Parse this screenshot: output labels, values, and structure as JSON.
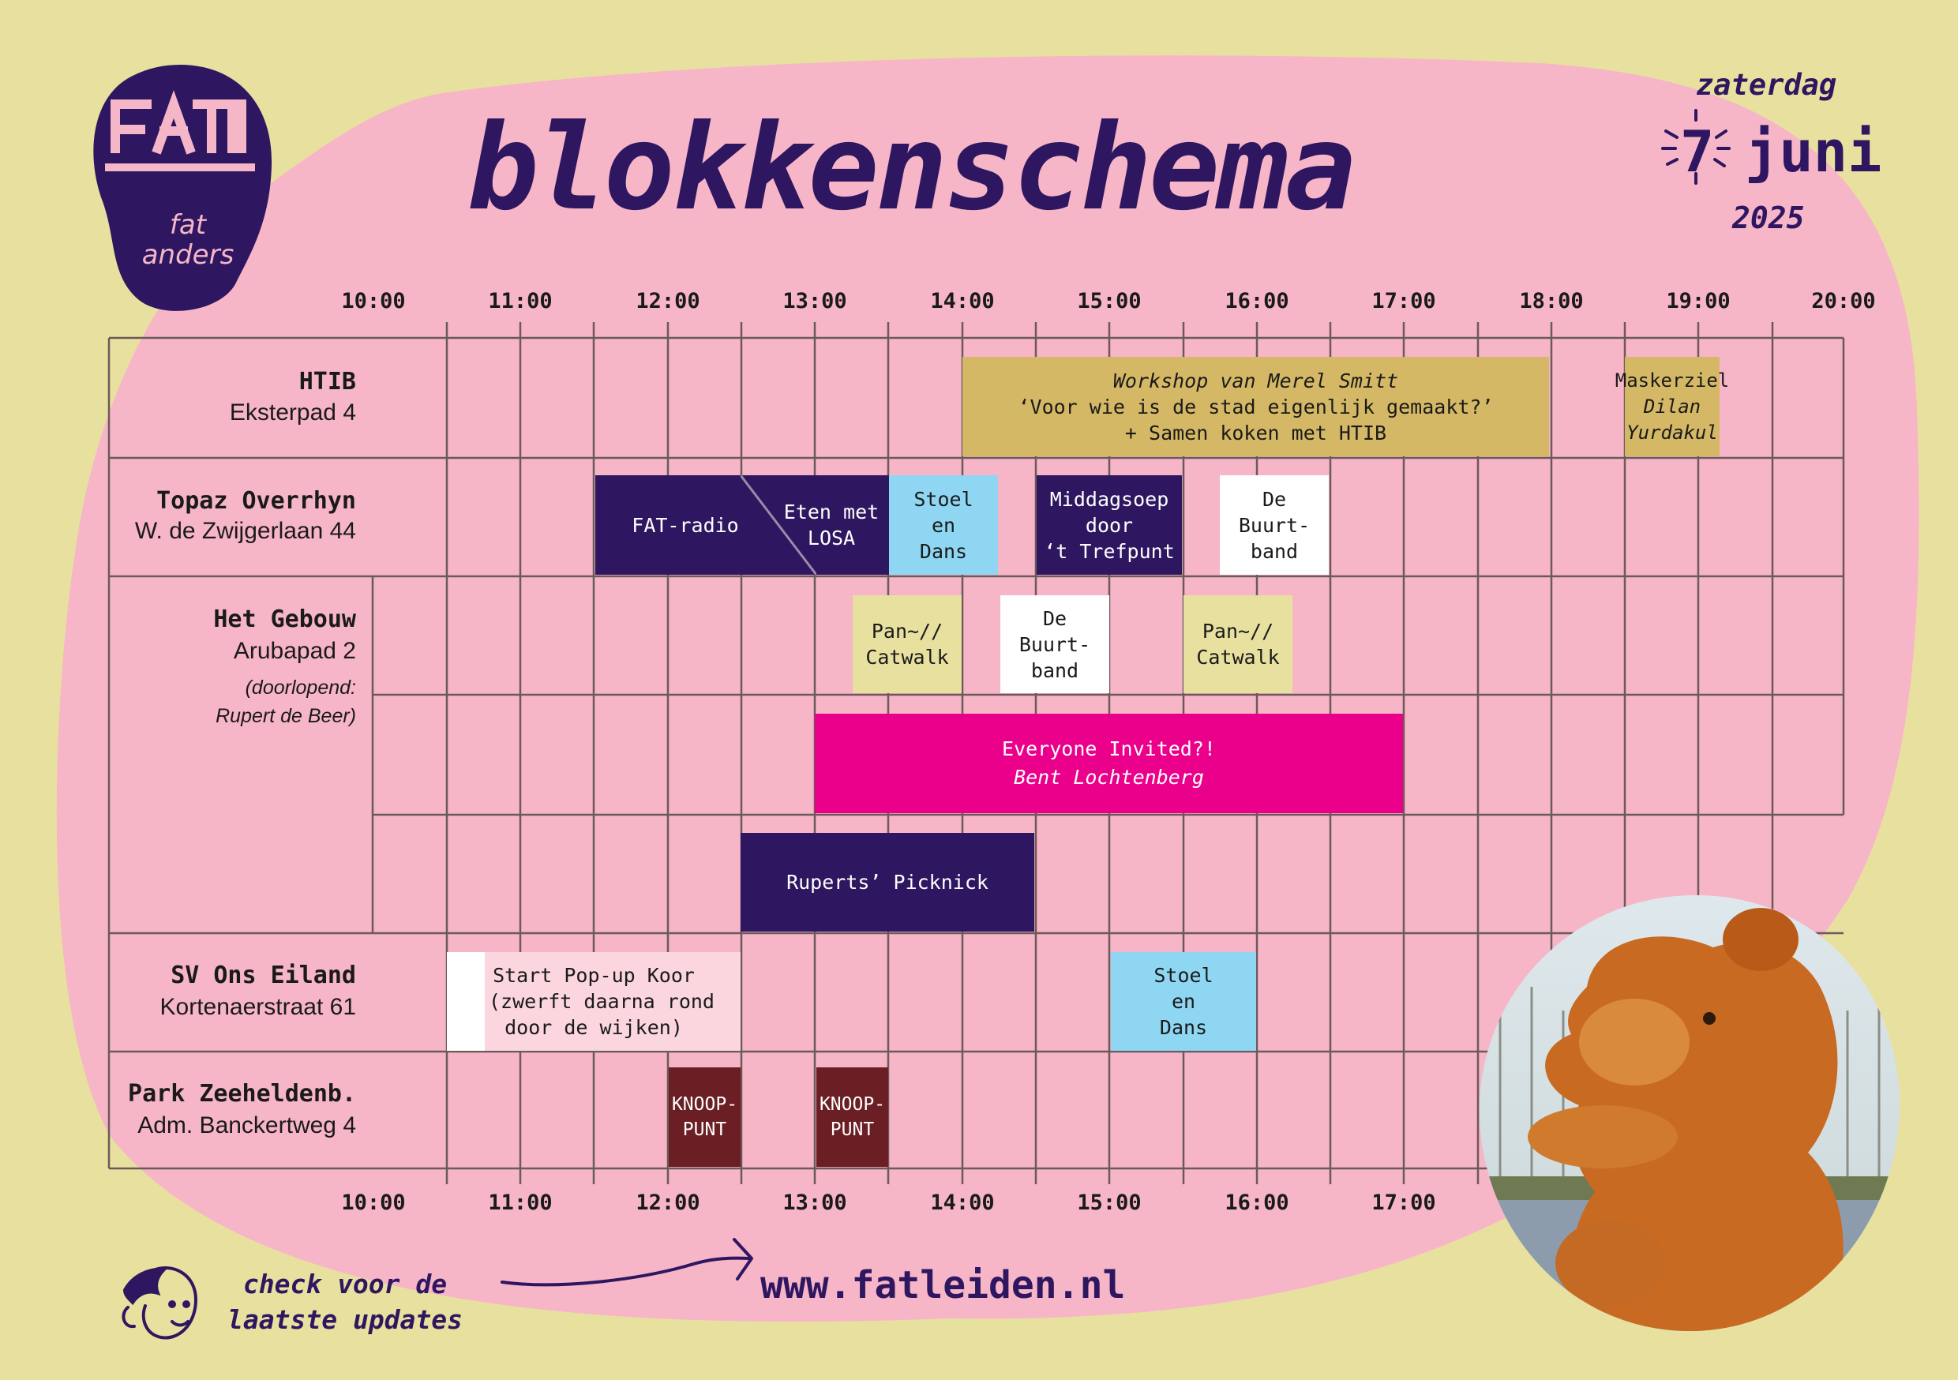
{
  "header": {
    "title": "blokkenschema",
    "logo": {
      "wordmark": "FAT",
      "line1": "fat",
      "line2": "anders"
    },
    "date": {
      "weekday": "zaterdag",
      "day": "7",
      "month": "juni",
      "year": "2025"
    }
  },
  "timeline": {
    "hours_top": [
      "10:00",
      "11:00",
      "12:00",
      "13:00",
      "14:00",
      "15:00",
      "16:00",
      "17:00",
      "18:00",
      "19:00",
      "20:00"
    ],
    "hours_bottom": [
      "10:00",
      "11:00",
      "12:00",
      "13:00",
      "14:00",
      "15:00",
      "16:00",
      "17:00"
    ]
  },
  "venues": [
    {
      "name": "HTIB",
      "address": "Eksterpad 4"
    },
    {
      "name": "Topaz Overrhyn",
      "address": "W. de Zwijgerlaan 44"
    },
    {
      "name": "Het Gebouw",
      "address": "Arubapad 2",
      "note1": "(doorlopend:",
      "note2": "Rupert de Beer)"
    },
    {
      "name": "SV Ons Eiland",
      "address": "Kortenaerstraat 61"
    },
    {
      "name": "Park Zeeheldenb.",
      "address": "Adm. Banckertweg 4"
    }
  ],
  "events": {
    "htib_workshop": {
      "line1": "Workshop van Merel Smitt",
      "line2": "‘Voor wie is de stad eigenlijk gemaakt?’",
      "line3": "+ Samen koken met HTIB"
    },
    "htib_maskerziel": {
      "line1": "Maskerziel",
      "line2": "Dilan",
      "line3": "Yurdakul"
    },
    "topaz_radio": {
      "label": "FAT-radio"
    },
    "topaz_eten": {
      "line1": "Eten met",
      "line2": "LOSA"
    },
    "topaz_stoel": {
      "line1": "Stoel",
      "line2": "en",
      "line3": "Dans"
    },
    "topaz_middagsoep": {
      "line1": "Middagsoep",
      "line2": "door",
      "line3": "‘t Trefpunt"
    },
    "topaz_buurtband": {
      "line1": "De",
      "line2": "Buurt-",
      "line3": "band"
    },
    "gebouw_catwalk1": {
      "line1": "Pan~//",
      "line2": "Catwalk"
    },
    "gebouw_buurtband": {
      "line1": "De",
      "line2": "Buurt-",
      "line3": "band"
    },
    "gebouw_catwalk2": {
      "line1": "Pan~//",
      "line2": "Catwalk"
    },
    "gebouw_everyone": {
      "line1": "Everyone Invited?!",
      "line2": "Bent Lochtenberg"
    },
    "gebouw_picknick": {
      "label": "Ruperts’ Picknick"
    },
    "ons_koor": {
      "line1": "Start Pop-up Koor",
      "line2": "(zwerft daarna rond",
      "line3": "door de wijken)"
    },
    "ons_stoel": {
      "line1": "Stoel",
      "line2": "en",
      "line3": "Dans"
    },
    "park_knoop1": {
      "line1": "KNOOP-",
      "line2": "PUNT"
    },
    "park_knoop2": {
      "line1": "KNOOP-",
      "line2": "PUNT"
    }
  },
  "footer": {
    "updates_line1": "check voor de",
    "updates_line2": "laatste updates",
    "website": "www.fatleiden.nl"
  },
  "colors": {
    "background": "#e8e09f",
    "pink": "#f7b5c8",
    "dark_purple": "#2e1760",
    "gold": "#d4b865",
    "light_blue": "#8fd6f3",
    "magenta": "#eb008b",
    "maroon": "#6b1e24"
  }
}
